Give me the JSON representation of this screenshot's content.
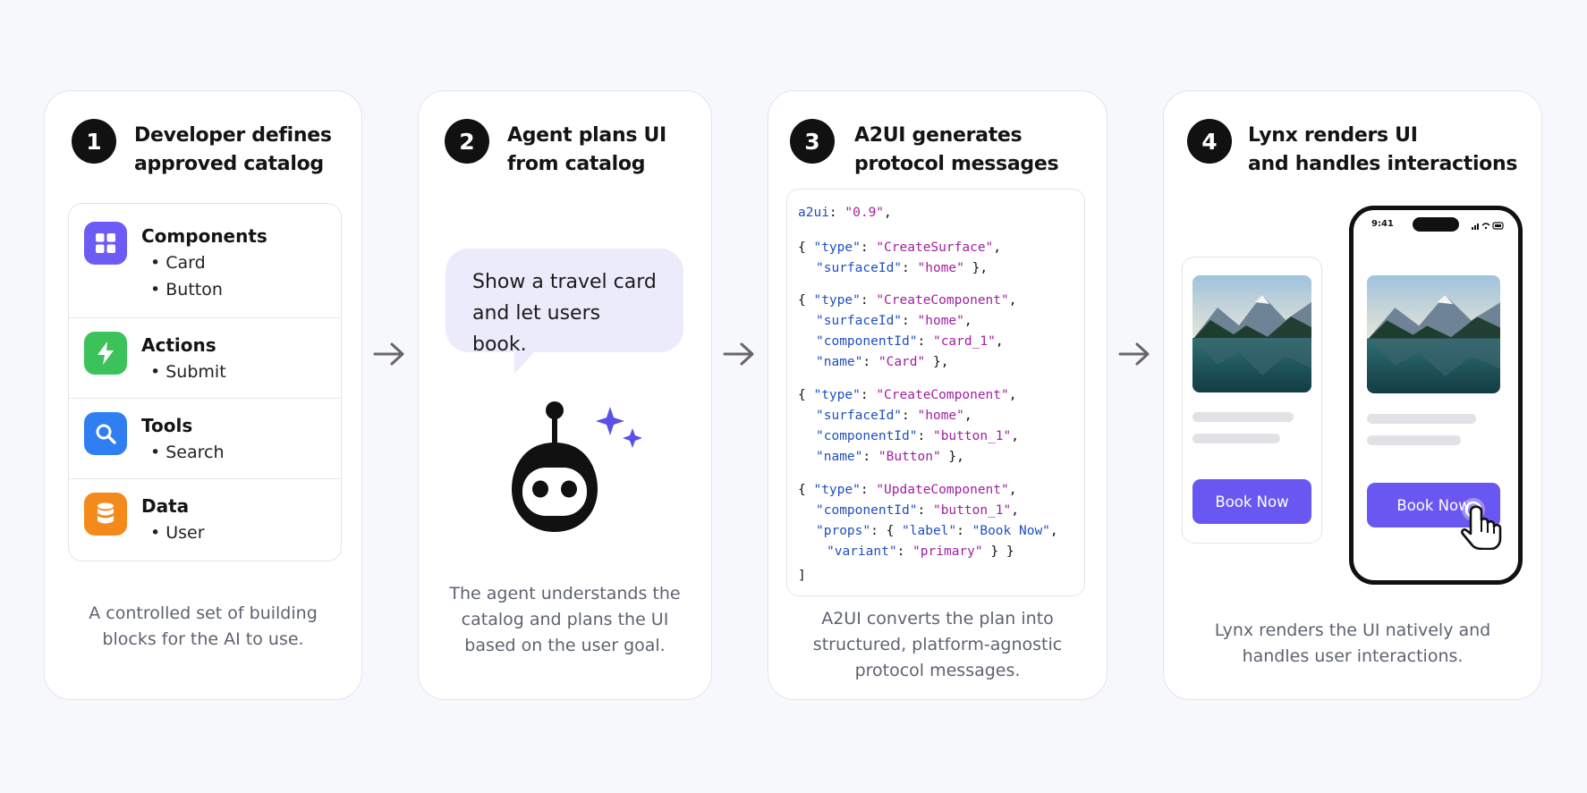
{
  "steps": [
    {
      "num": "1",
      "title_line1": "Developer defines",
      "title_line2": "approved catalog",
      "caption_line1": "A controlled set of building",
      "caption_line2": "blocks for the AI to use."
    },
    {
      "num": "2",
      "title_line1": "Agent plans UI",
      "title_line2": "from catalog",
      "caption_line1": "The agent understands the",
      "caption_line2": "catalog and plans the UI",
      "caption_line3": "based on the user goal."
    },
    {
      "num": "3",
      "title_line1": "A2UI generates",
      "title_line2": "protocol messages",
      "caption_line1": "A2UI converts the plan into",
      "caption_line2": "structured, platform-agnostic",
      "caption_line3": "protocol messages."
    },
    {
      "num": "4",
      "title_line1": "Lynx renders UI",
      "title_line2": "and handles interactions",
      "caption_line1": "Lynx renders the UI natively and",
      "caption_line2": "handles user interactions."
    }
  ],
  "catalog": [
    {
      "title": "Components",
      "items": [
        "Card",
        "Button"
      ],
      "color": "#6c5cf5",
      "icon": "grid-icon"
    },
    {
      "title": "Actions",
      "items": [
        "Submit"
      ],
      "color": "#3cc25a",
      "icon": "lightning-icon"
    },
    {
      "title": "Tools",
      "items": [
        "Search"
      ],
      "color": "#2f7ff2",
      "icon": "search-icon"
    },
    {
      "title": "Data",
      "items": [
        "User"
      ],
      "color": "#f48a1c",
      "icon": "database-icon"
    }
  ],
  "bubble": {
    "line1": "Show a travel card",
    "line2": "and let users book."
  },
  "code": {
    "l1a": "a2ui",
    "l1b": ": ",
    "l1c": "\"0.9\"",
    "l1d": ",",
    "type": "\"type\"",
    "surfaceId": "\"surfaceId\"",
    "componentId": "\"componentId\"",
    "name": "\"name\"",
    "props": "\"props\"",
    "label": "\"label\"",
    "variant": "\"variant\"",
    "createSurface": "\"CreateSurface\"",
    "createComponent": "\"CreateComponent\"",
    "updateComponent": "\"UpdateComponent\"",
    "home": "\"home\"",
    "card1": "\"card_1\"",
    "button1": "\"button_1\"",
    "cardName": "\"Card\"",
    "buttonName": "\"Button\"",
    "bookNow": "\"Book Now\"",
    "primary": "\"primary\"",
    "close": "]"
  },
  "phone": {
    "time": "9:41",
    "button_label": "Book Now"
  },
  "colors": {
    "accent": "#6a57f2",
    "bubble": "#ecebfb",
    "key": "#1f4fbf",
    "value": "#a020a0"
  }
}
